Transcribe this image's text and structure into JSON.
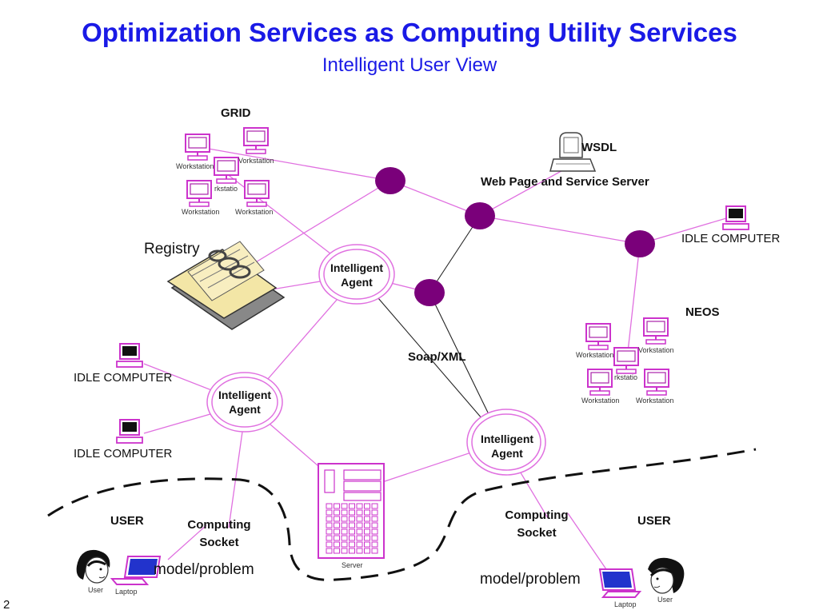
{
  "title": "Optimization Services as Computing Utility Services",
  "subtitle": "Intelligent User View",
  "labels": {
    "grid": "GRID",
    "wsdl": "WSDL",
    "web_server": "Web Page and Service Server",
    "idle_top_right": "IDLE COMPUTER",
    "neos": "NEOS",
    "registry": "Registry",
    "soap_xml": "Soap/XML",
    "idle_left_1": "IDLE COMPUTER",
    "idle_left_2": "IDLE COMPUTER",
    "user_left": "USER",
    "user_right": "USER",
    "model_problem_left": "model/problem",
    "model_problem_right": "model/problem",
    "server": "Server",
    "laptop": "Laptop",
    "user_small": "User",
    "workstation": "Workstation",
    "workstation_partial_top": "Vorkstation",
    "workstation_partial_mid": "rkstatio"
  },
  "agent": {
    "line1": "Intelligent",
    "line2": "Agent"
  },
  "socket": {
    "line1": "Computing",
    "line2": "Socket"
  },
  "page_number": "2",
  "colors": {
    "title_blue": "#1a1ae6",
    "node_purple": "#7a007a",
    "link_pink": "#e070e0",
    "device_magenta": "#cc33cc"
  }
}
